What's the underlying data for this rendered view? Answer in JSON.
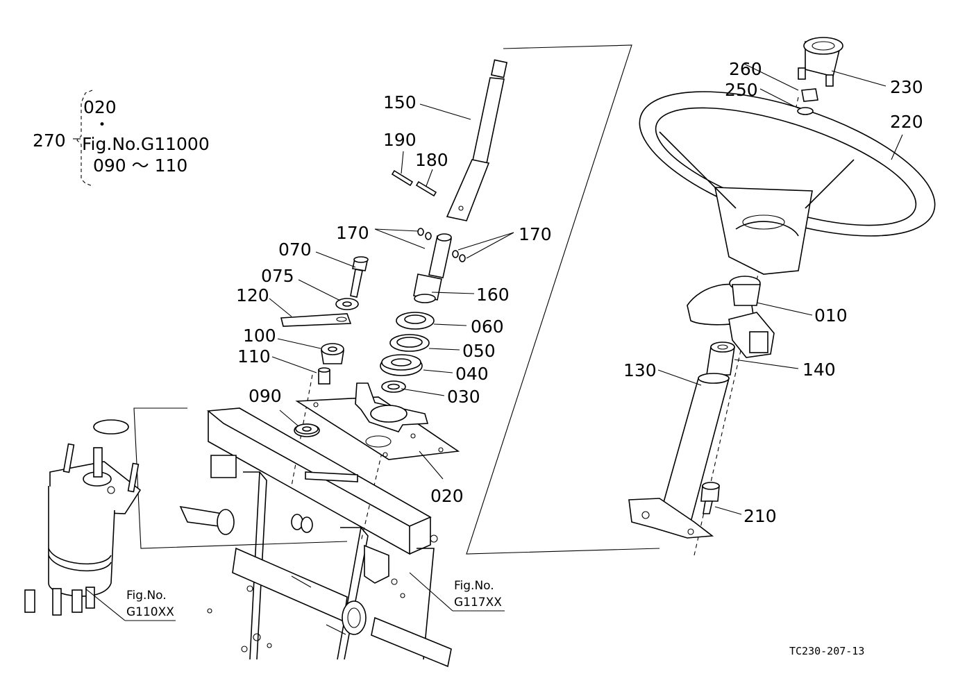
{
  "diagram": {
    "drawing_code": "TC230-207-13",
    "note": {
      "assy_no": "270",
      "line1": "020",
      "dot": "•",
      "line2": "Fig.No.G11000",
      "line3": "090 ～ 110"
    },
    "callouts": {
      "p010": "010",
      "p020": "020",
      "p030": "030",
      "p040": "040",
      "p050": "050",
      "p060": "060",
      "p070": "070",
      "p075": "075",
      "p090": "090",
      "p100": "100",
      "p110": "110",
      "p120": "120",
      "p130": "130",
      "p140": "140",
      "p150": "150",
      "p160": "160",
      "p170a": "170",
      "p170b": "170",
      "p180": "180",
      "p190": "190",
      "p210": "210",
      "p220": "220",
      "p230": "230",
      "p250": "250",
      "p260": "260"
    },
    "refs": {
      "ref1_line1": "Fig.No.",
      "ref1_line2": "G110XX",
      "ref2_line1": "Fig.No.",
      "ref2_line2": "G117XX"
    }
  }
}
